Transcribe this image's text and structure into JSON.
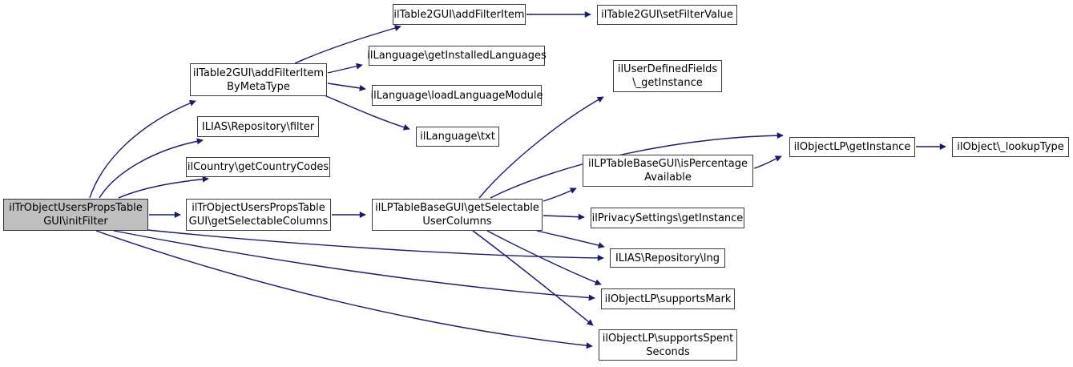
{
  "diagram": {
    "kind": "call-graph",
    "colors": {
      "background": "#ffffff",
      "edge": "#191970",
      "node_border": "#3c3c3c",
      "node_fill": "#ffffff",
      "root_fill": "#bfbfbf",
      "text": "#000000"
    },
    "nodes": {
      "init_filter": {
        "label": "ilTrObjectUsersPropsTable\nGUI\\initFilter"
      },
      "add_filter_item_by_meta_type": {
        "label": "ilTable2GUI\\addFilterItem\nByMetaType"
      },
      "repository_filter": {
        "label": "ILIAS\\Repository\\filter"
      },
      "get_country_codes": {
        "label": "ilCountry\\getCountryCodes"
      },
      "get_selectable_columns": {
        "label": "ilTrObjectUsersPropsTable\nGUI\\getSelectableColumns"
      },
      "add_filter_item": {
        "label": "ilTable2GUI\\addFilterItem"
      },
      "set_filter_value": {
        "label": "ilTable2GUI\\setFilterValue"
      },
      "get_installed_languages": {
        "label": "ilLanguage\\getInstalledLanguages"
      },
      "load_language_module": {
        "label": "ilLanguage\\loadLanguageModule"
      },
      "txt": {
        "label": "ilLanguage\\txt"
      },
      "get_selectable_user_columns": {
        "label": "ilLPTableBaseGUI\\getSelectable\nUserColumns"
      },
      "udf_get_instance": {
        "label": "ilUserDefinedFields\n\\_getInstance"
      },
      "is_percentage_available": {
        "label": "ilLPTableBaseGUI\\isPercentage\nAvailable"
      },
      "privacy_get_instance": {
        "label": "ilPrivacySettings\\getInstance"
      },
      "repository_lng": {
        "label": "ILIAS\\Repository\\lng"
      },
      "supports_mark": {
        "label": "ilObjectLP\\supportsMark"
      },
      "supports_spent_seconds": {
        "label": "ilObjectLP\\supportsSpent\nSeconds"
      },
      "objectlp_get_instance": {
        "label": "ilObjectLP\\getInstance"
      },
      "lookup_type": {
        "label": "ilObject\\_lookupType"
      }
    },
    "edges": [
      {
        "from": "init_filter",
        "to": "add_filter_item_by_meta_type"
      },
      {
        "from": "init_filter",
        "to": "repository_filter"
      },
      {
        "from": "init_filter",
        "to": "get_country_codes"
      },
      {
        "from": "init_filter",
        "to": "get_selectable_columns"
      },
      {
        "from": "init_filter",
        "to": "repository_lng"
      },
      {
        "from": "init_filter",
        "to": "supports_mark"
      },
      {
        "from": "init_filter",
        "to": "supports_spent_seconds"
      },
      {
        "from": "add_filter_item_by_meta_type",
        "to": "add_filter_item"
      },
      {
        "from": "add_filter_item_by_meta_type",
        "to": "get_installed_languages"
      },
      {
        "from": "add_filter_item_by_meta_type",
        "to": "load_language_module"
      },
      {
        "from": "add_filter_item_by_meta_type",
        "to": "txt"
      },
      {
        "from": "add_filter_item",
        "to": "set_filter_value"
      },
      {
        "from": "get_selectable_columns",
        "to": "get_selectable_user_columns"
      },
      {
        "from": "get_selectable_user_columns",
        "to": "udf_get_instance"
      },
      {
        "from": "get_selectable_user_columns",
        "to": "objectlp_get_instance"
      },
      {
        "from": "get_selectable_user_columns",
        "to": "is_percentage_available"
      },
      {
        "from": "get_selectable_user_columns",
        "to": "privacy_get_instance"
      },
      {
        "from": "get_selectable_user_columns",
        "to": "repository_lng"
      },
      {
        "from": "get_selectable_user_columns",
        "to": "supports_mark"
      },
      {
        "from": "get_selectable_user_columns",
        "to": "supports_spent_seconds"
      },
      {
        "from": "is_percentage_available",
        "to": "objectlp_get_instance"
      },
      {
        "from": "objectlp_get_instance",
        "to": "lookup_type"
      }
    ]
  }
}
